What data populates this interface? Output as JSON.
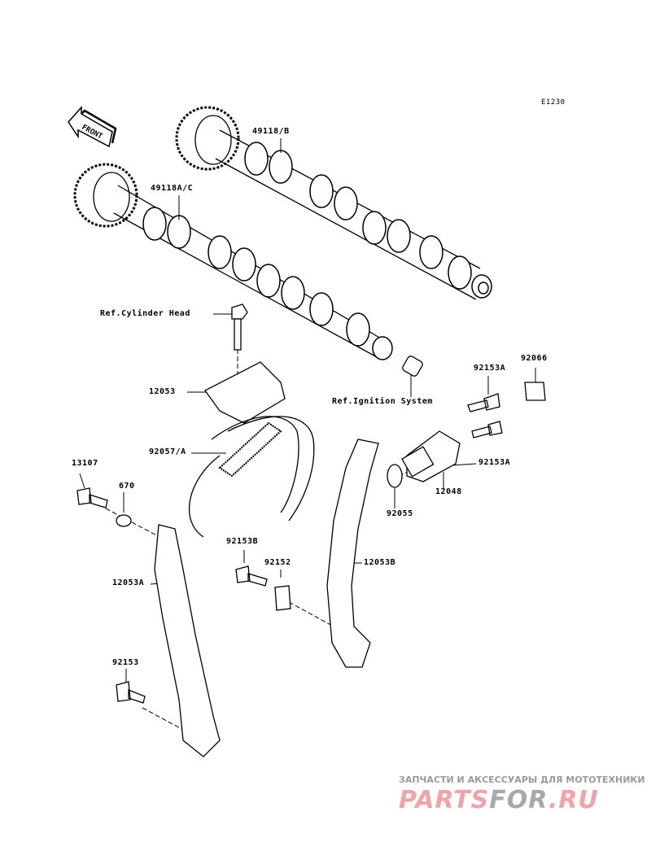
{
  "diagram_code": "E1230",
  "front_label": "FRONT",
  "labels": {
    "cam_b": "49118/B",
    "cam_ac": "49118A/C",
    "ref_cyl": "Ref.Cylinder Head",
    "guide": "12053",
    "ref_ign": "Ref.Ignition System",
    "bolt_a1": "92153A",
    "plug": "92066",
    "chain": "92057/A",
    "bolt_13107": "13107",
    "oring_670": "670",
    "bolt_a2": "92153A",
    "tensioner": "12048",
    "oring_92055": "92055",
    "bolt_b": "92153B",
    "collar": "92152",
    "guide_b": "12053B",
    "guide_a": "12053A",
    "bolt_92153": "92153"
  },
  "watermark": {
    "tagline": "ЗАПЧАСТИ И АКСЕССУАРЫ ДЛЯ МОТОТЕХНИКИ",
    "logo_a": "PARTS",
    "logo_b": "FOR",
    "logo_c": ".RU"
  }
}
